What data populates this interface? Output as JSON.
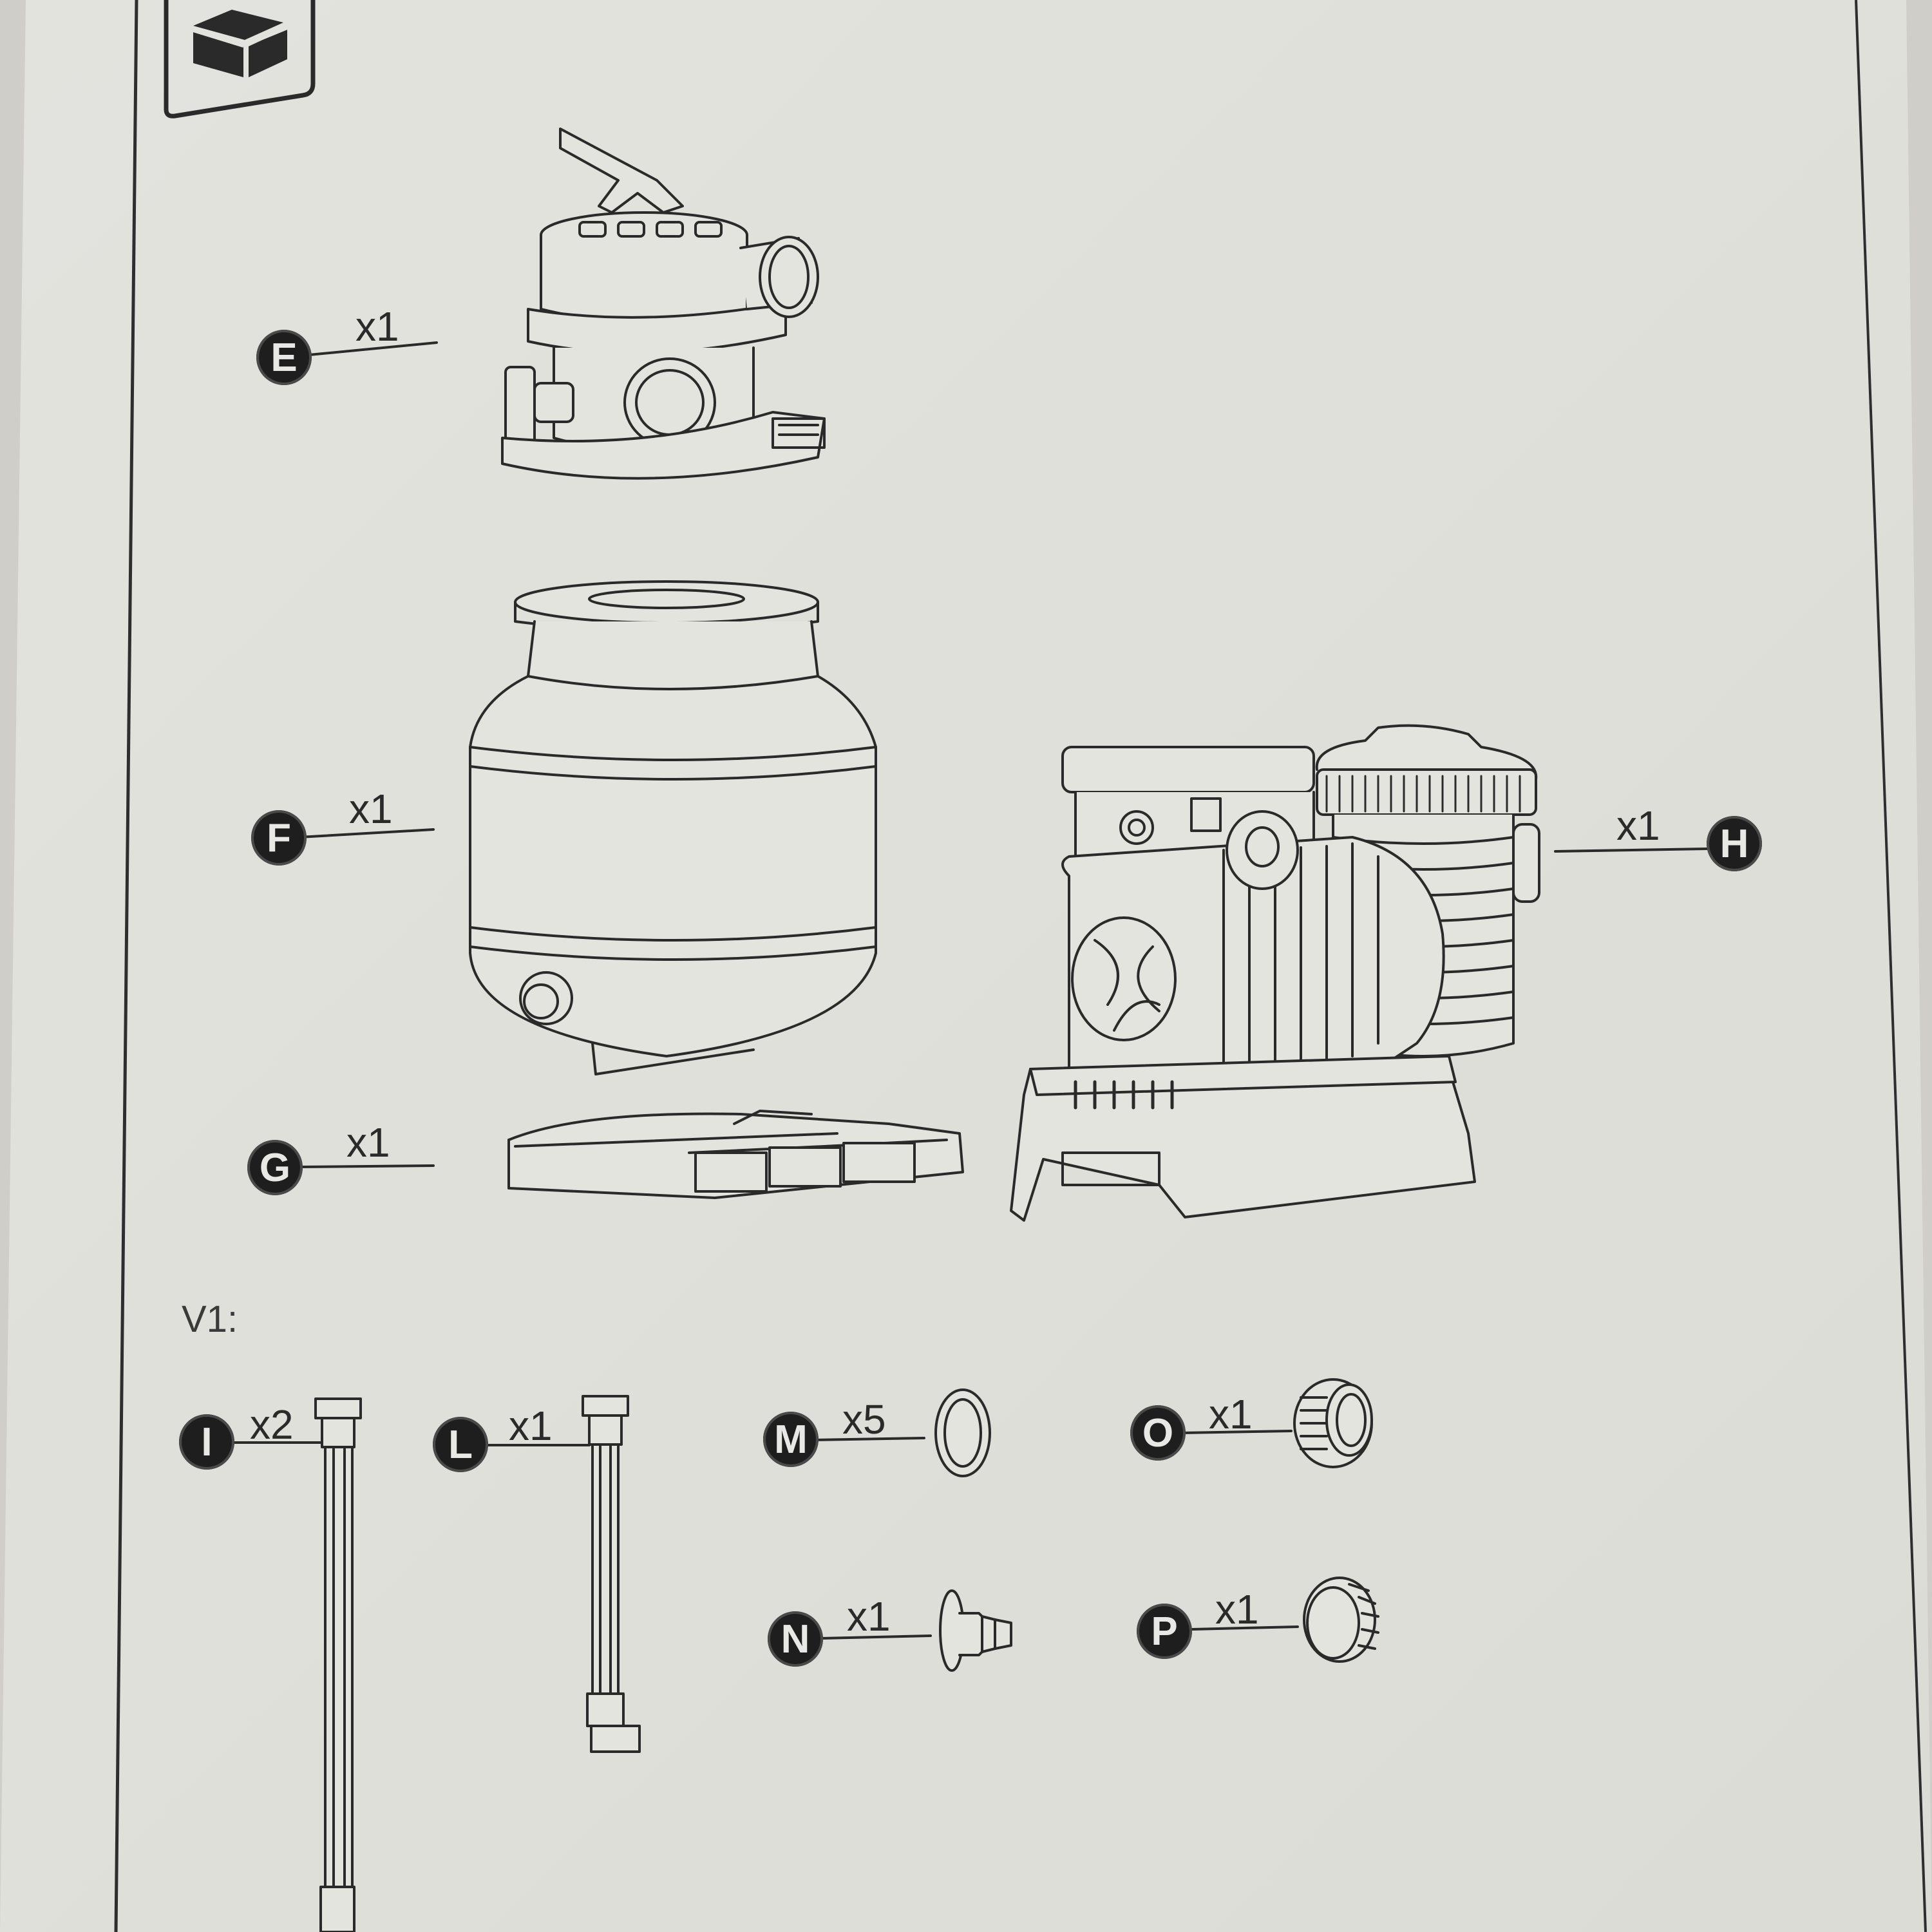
{
  "section": {
    "label": "V1:"
  },
  "parts": {
    "E": {
      "letter": "E",
      "qty": "x1"
    },
    "F": {
      "letter": "F",
      "qty": "x1"
    },
    "G": {
      "letter": "G",
      "qty": "x1"
    },
    "H": {
      "letter": "H",
      "qty": "x1"
    },
    "I": {
      "letter": "I",
      "qty": "x2"
    },
    "L": {
      "letter": "L",
      "qty": "x1"
    },
    "M": {
      "letter": "M",
      "qty": "x5"
    },
    "N": {
      "letter": "N",
      "qty": "x1"
    },
    "O": {
      "letter": "O",
      "qty": "x1"
    },
    "P": {
      "letter": "P",
      "qty": "x1"
    }
  },
  "icons": {
    "box": "package-box-icon"
  },
  "colors": {
    "paper": "#e6e6e1",
    "ink": "#2a2a2a",
    "badge": "#1e1e1e"
  }
}
